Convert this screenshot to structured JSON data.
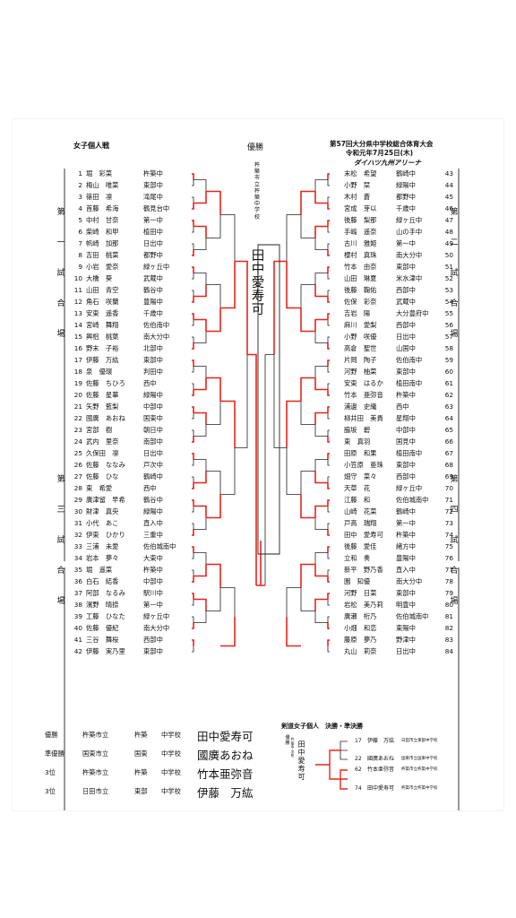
{
  "header": {
    "left_title": "女子個人戦",
    "event_title": "第57回大分県中学校総合体育大会",
    "date": "令和元年7月25日(木)",
    "venue": "ダイハツ九州アリーナ"
  },
  "center": {
    "winner_label": "優勝",
    "winner_school": "杵築市立杵築中学校",
    "winner_name": "田中愛寿可"
  },
  "venue_labels": {
    "left_1": "第一試合場",
    "left_3": "第三試合場",
    "right_2": "第二試合場",
    "right_4": "第四試合場"
  },
  "left_players": [
    {
      "no": "1",
      "name": "堀　彩菜",
      "school": "杵築中"
    },
    {
      "no": "2",
      "name": "梅山　唯菜",
      "school": "東部中"
    },
    {
      "no": "3",
      "name": "篠田　凛",
      "school": "滝尾中"
    },
    {
      "no": "4",
      "name": "首藤　希海",
      "school": "鶴見台中"
    },
    {
      "no": "5",
      "name": "中村　甘奈",
      "school": "第一中"
    },
    {
      "no": "6",
      "name": "柴崎　和甲",
      "school": "植田中"
    },
    {
      "no": "7",
      "name": "帆崎　加那",
      "school": "日出中"
    },
    {
      "no": "8",
      "name": "吉田　桃菜",
      "school": "都野中"
    },
    {
      "no": "9",
      "name": "小岩　愛奈",
      "school": "緑ヶ丘中"
    },
    {
      "no": "10",
      "name": "大橋　葵",
      "school": "武蔵中"
    },
    {
      "no": "11",
      "name": "山田　青空",
      "school": "鶴谷中"
    },
    {
      "no": "12",
      "name": "角石　咲蘭",
      "school": "豊陽中"
    },
    {
      "no": "13",
      "name": "安東　遥香",
      "school": "千歳中"
    },
    {
      "no": "14",
      "name": "宮崎　舞翔",
      "school": "佐伯南中"
    },
    {
      "no": "15",
      "name": "興梠　桃葉",
      "school": "南大分中"
    },
    {
      "no": "16",
      "name": "野末　子裕",
      "school": "北部中"
    },
    {
      "no": "17",
      "name": "伊藤　万紘",
      "school": "東部中"
    },
    {
      "no": "18",
      "name": "泉　優環",
      "school": "判田中"
    },
    {
      "no": "19",
      "name": "佐藤　ちひろ",
      "school": "西中"
    },
    {
      "no": "20",
      "name": "佐藤　星華",
      "school": "緑陽中"
    },
    {
      "no": "21",
      "name": "矢野　藍梨",
      "school": "中部中"
    },
    {
      "no": "22",
      "name": "國廣　あおね",
      "school": "国東中"
    },
    {
      "no": "23",
      "name": "宮部　樹",
      "school": "朝日中"
    },
    {
      "no": "24",
      "name": "武内　里奈",
      "school": "南部中"
    },
    {
      "no": "25",
      "name": "久保田　凛",
      "school": "日出中"
    },
    {
      "no": "26",
      "name": "佐藤　ななみ",
      "school": "戸次中"
    },
    {
      "no": "27",
      "name": "佐藤　ひな",
      "school": "鶴崎中"
    },
    {
      "no": "28",
      "name": "東　希愛",
      "school": "西中"
    },
    {
      "no": "29",
      "name": "廣津留　早希",
      "school": "鶴谷中"
    },
    {
      "no": "30",
      "name": "財津　真央",
      "school": "緑陽中"
    },
    {
      "no": "31",
      "name": "小代　あこ",
      "school": "直入中"
    },
    {
      "no": "32",
      "name": "伊東　ひかり",
      "school": "三重中"
    },
    {
      "no": "33",
      "name": "三浦　未愛",
      "school": "佐伯城南中"
    },
    {
      "no": "34",
      "name": "岩本　夢々",
      "school": "大東中"
    },
    {
      "no": "35",
      "name": "堀　遥菜",
      "school": "杵築中"
    },
    {
      "no": "36",
      "name": "白石　結香",
      "school": "中部中"
    },
    {
      "no": "37",
      "name": "阿部　なるみ",
      "school": "駅川中"
    },
    {
      "no": "38",
      "name": "濱野　晴捺",
      "school": "第一中"
    },
    {
      "no": "39",
      "name": "工藤　ひなた",
      "school": "緑ヶ丘中"
    },
    {
      "no": "40",
      "name": "佐藤　優紀",
      "school": "南大分中"
    },
    {
      "no": "41",
      "name": "三谷　舞桜",
      "school": "西部中"
    },
    {
      "no": "42",
      "name": "伊藤　実乃里",
      "school": "東部中"
    }
  ],
  "right_players": [
    {
      "no": "43",
      "name": "末松　希望",
      "school": "鶴崎中"
    },
    {
      "no": "44",
      "name": "小野　栞",
      "school": "緑陽中"
    },
    {
      "no": "45",
      "name": "木村　蒼",
      "school": "都野中"
    },
    {
      "no": "46",
      "name": "宮成　芽以",
      "school": "千歳中"
    },
    {
      "no": "47",
      "name": "後藤　梨那",
      "school": "緑ヶ丘中"
    },
    {
      "no": "48",
      "name": "手嶋　遥奈",
      "school": "山の手中"
    },
    {
      "no": "49",
      "name": "古川　雅姫",
      "school": "第一中"
    },
    {
      "no": "50",
      "name": "櫻村　真珠",
      "school": "南大分中"
    },
    {
      "no": "51",
      "name": "竹本　由奈",
      "school": "東部中"
    },
    {
      "no": "52",
      "name": "山田　琳夏",
      "school": "米水津中"
    },
    {
      "no": "53",
      "name": "後藤　鞠佑",
      "school": "西部中"
    },
    {
      "no": "54",
      "name": "佐保　彩奈",
      "school": "武蔵中"
    },
    {
      "no": "55",
      "name": "吉岩　陽",
      "school": "大分豊府中"
    },
    {
      "no": "56",
      "name": "麻川　愛梨",
      "school": "西部中"
    },
    {
      "no": "57",
      "name": "小野　咲優",
      "school": "日出中"
    },
    {
      "no": "58",
      "name": "高倉　聖世",
      "school": "山国中"
    },
    {
      "no": "59",
      "name": "片岡　陶子",
      "school": "佐伯南中"
    },
    {
      "no": "60",
      "name": "河野　柚菜",
      "school": "東部中"
    },
    {
      "no": "61",
      "name": "安東　はるか",
      "school": "植田南中"
    },
    {
      "no": "62",
      "name": "竹本　亜弥音",
      "school": "杵築中"
    },
    {
      "no": "63",
      "name": "浦邊　史織",
      "school": "西中"
    },
    {
      "no": "64",
      "name": "柳井田　美貴",
      "school": "星翔中"
    },
    {
      "no": "65",
      "name": "脇坂　碧",
      "school": "中部中"
    },
    {
      "no": "66",
      "name": "東　真羽",
      "school": "国見中"
    },
    {
      "no": "67",
      "name": "田原　和果",
      "school": "植田南中"
    },
    {
      "no": "68",
      "name": "小笠原　亜珠",
      "school": "東部中"
    },
    {
      "no": "69",
      "name": "畑守　菜々",
      "school": "西部中"
    },
    {
      "no": "70",
      "name": "天草　花",
      "school": "緑ヶ丘中"
    },
    {
      "no": "71",
      "name": "江藤　和",
      "school": "佐伯城南中"
    },
    {
      "no": "72",
      "name": "山崎　花菜",
      "school": "鶴崎中"
    },
    {
      "no": "73",
      "name": "戸高　瑞翔",
      "school": "第一中"
    },
    {
      "no": "74",
      "name": "田中　愛寿可",
      "school": "杵築中"
    },
    {
      "no": "75",
      "name": "後藤　愛佳",
      "school": "緒方中"
    },
    {
      "no": "76",
      "name": "立和　奏",
      "school": "豊陽中"
    },
    {
      "no": "77",
      "name": "新平　野乃香",
      "school": "直入中"
    },
    {
      "no": "78",
      "name": "園　知優",
      "school": "南大分中"
    },
    {
      "no": "79",
      "name": "河野　日菜",
      "school": "東部中"
    },
    {
      "no": "80",
      "name": "岩松　美乃莉",
      "school": "明豊中"
    },
    {
      "no": "81",
      "name": "廣瀬　桁乃",
      "school": "佐伯城南中"
    },
    {
      "no": "82",
      "name": "小畑　和恋",
      "school": "東陽中"
    },
    {
      "no": "83",
      "name": "藤原　夢乃",
      "school": "野津中"
    },
    {
      "no": "84",
      "name": "丸山　莉奈",
      "school": "日出中"
    }
  ],
  "medals": [
    {
      "rank": "優勝",
      "city": "杵築市立",
      "school_short": "杵築",
      "suffix": "中学校",
      "name": "田中愛寿可"
    },
    {
      "rank": "準優勝",
      "city": "国東市立",
      "school_short": "国東",
      "suffix": "中学校",
      "name": "國廣あおね"
    },
    {
      "rank": "3位",
      "city": "杵築市立",
      "school_short": "杵築",
      "suffix": "中学校",
      "name": "竹本亜弥音"
    },
    {
      "rank": "3位",
      "city": "日田市立",
      "school_short": "東部",
      "suffix": "中学校",
      "name": "伊藤　万紘"
    }
  ],
  "finals": {
    "title": "剣道女子個人　決勝・準決勝",
    "winner_label": "優勝",
    "winner_school": "杵築中学校",
    "winner_name": "田中愛寿可",
    "entries": [
      {
        "no": "17",
        "name": "伊藤　万紘",
        "school": "日田市立東部中学校"
      },
      {
        "no": "22",
        "name": "國廣あおね",
        "school": "国東市立国東中学校"
      },
      {
        "no": "62",
        "name": "竹本亜弥音",
        "school": "杵築市立杵築中学校"
      },
      {
        "no": "74",
        "name": "田中愛寿可",
        "school": "杵築市立杵築中学校"
      }
    ]
  },
  "colors": {
    "win_line": "#e8241c",
    "line": "#222222"
  }
}
